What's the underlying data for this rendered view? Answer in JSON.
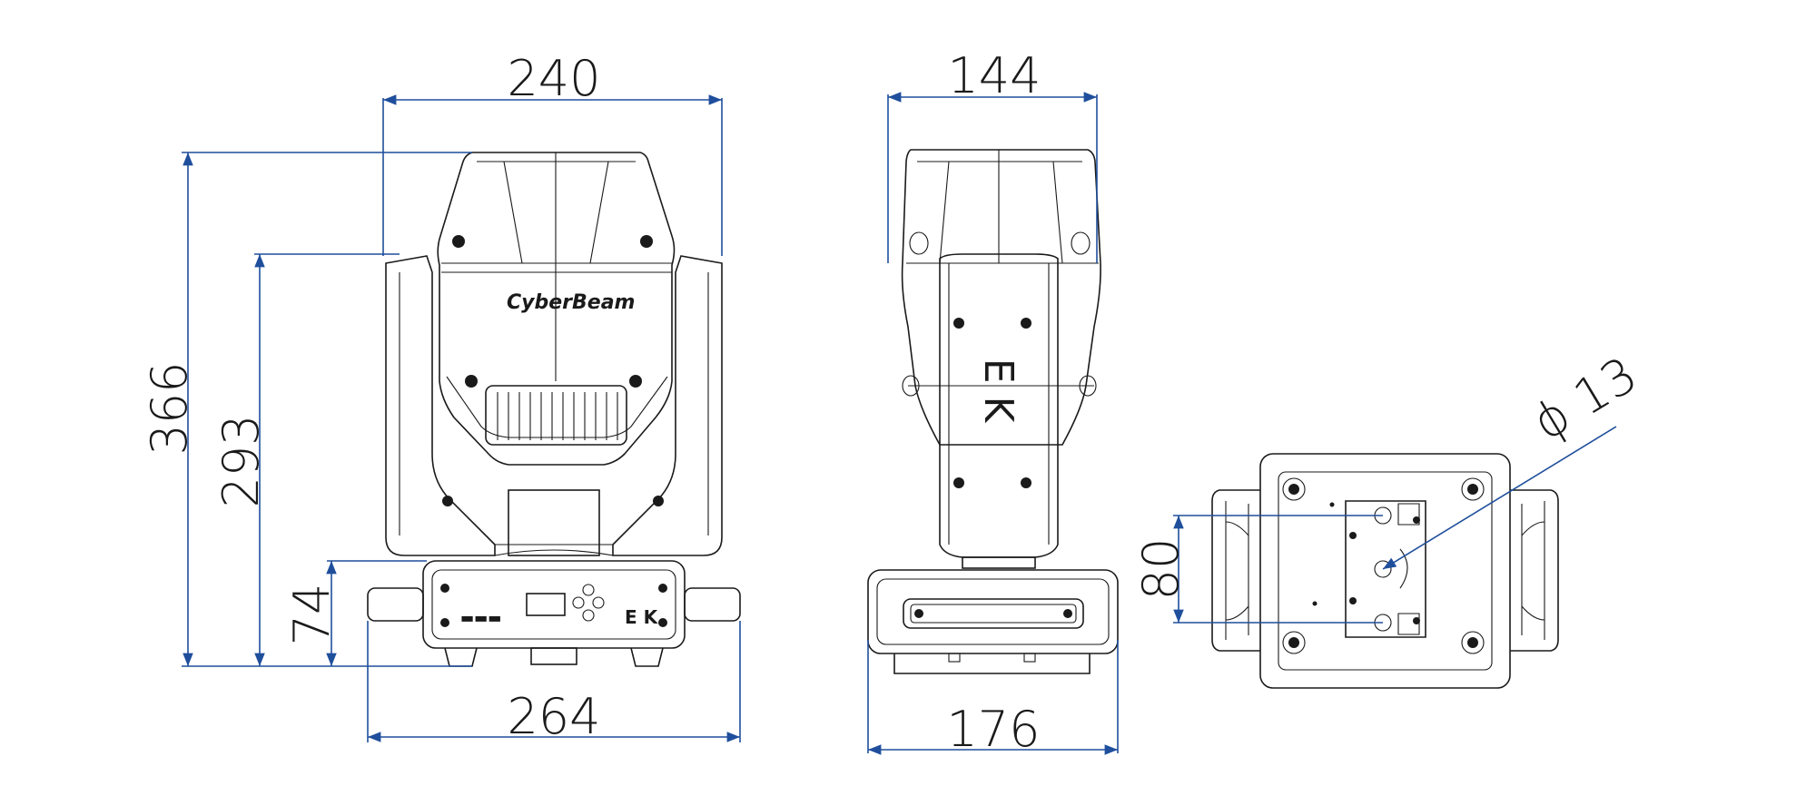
{
  "dimensions": {
    "front_width_top": "240",
    "front_height_total": "366",
    "front_height_arm": "293",
    "front_base_height": "74",
    "front_width_base": "264",
    "side_width_top": "144",
    "side_width_base": "176",
    "bottom_hole_spacing": "80",
    "bottom_hole_diameter": "ϕ 13"
  },
  "labels": {
    "brand_name": "CyberBeam",
    "side_logo": "E K",
    "base_logo": "E K"
  },
  "colors": {
    "dimension_line": "#1f4f9c",
    "outline": "#1a1a1a"
  }
}
